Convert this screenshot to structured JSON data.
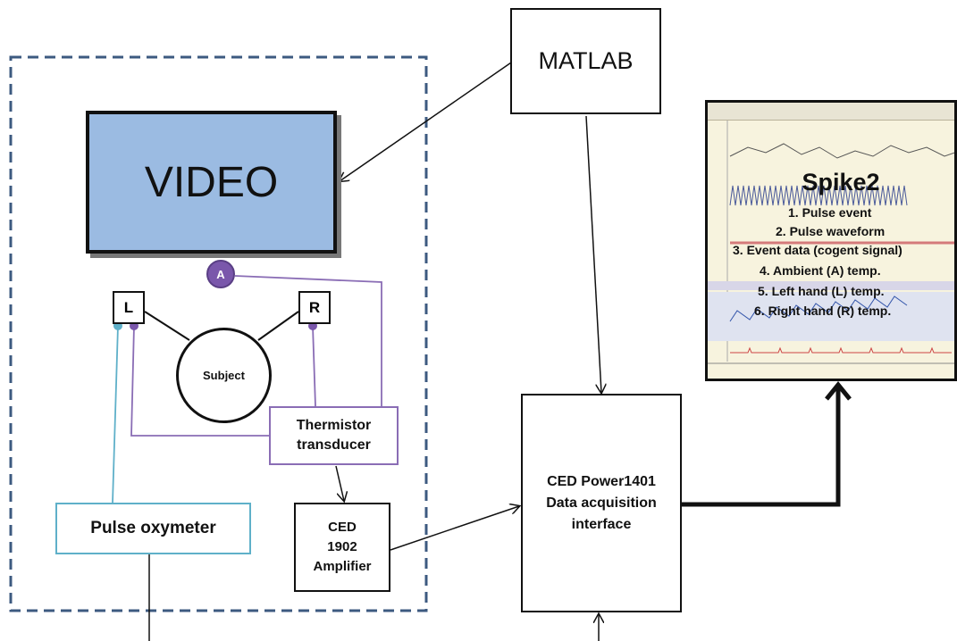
{
  "nodes": {
    "matlab": "MATLAB",
    "video": "VIDEO",
    "ced1401": "CED Power1401\nData acquisition\ninterface",
    "ced1902": "CED\n1902\nAmplifier",
    "thermistor": "Thermistor\ntransducer",
    "pulse_oxymeter": "Pulse oxymeter",
    "left_hand": "L",
    "right_hand": "R",
    "subject": "Subject",
    "ambient": "A"
  },
  "spike2": {
    "title": "Spike2",
    "items": [
      "1.    Pulse event",
      "2.    Pulse waveform",
      "3.    Event data (cogent signal)",
      "4.    Ambient (A) temp.",
      "5.    Left hand (L) temp.",
      "6.    Right hand (R) temp."
    ]
  },
  "colors": {
    "video_fill": "#9bbbe2",
    "dashed_border": "#3d5a80",
    "thermistor_wire": "#8a6db5",
    "oxymeter_wire": "#5fb0c9",
    "ambient_badge": "#7a57ab"
  }
}
